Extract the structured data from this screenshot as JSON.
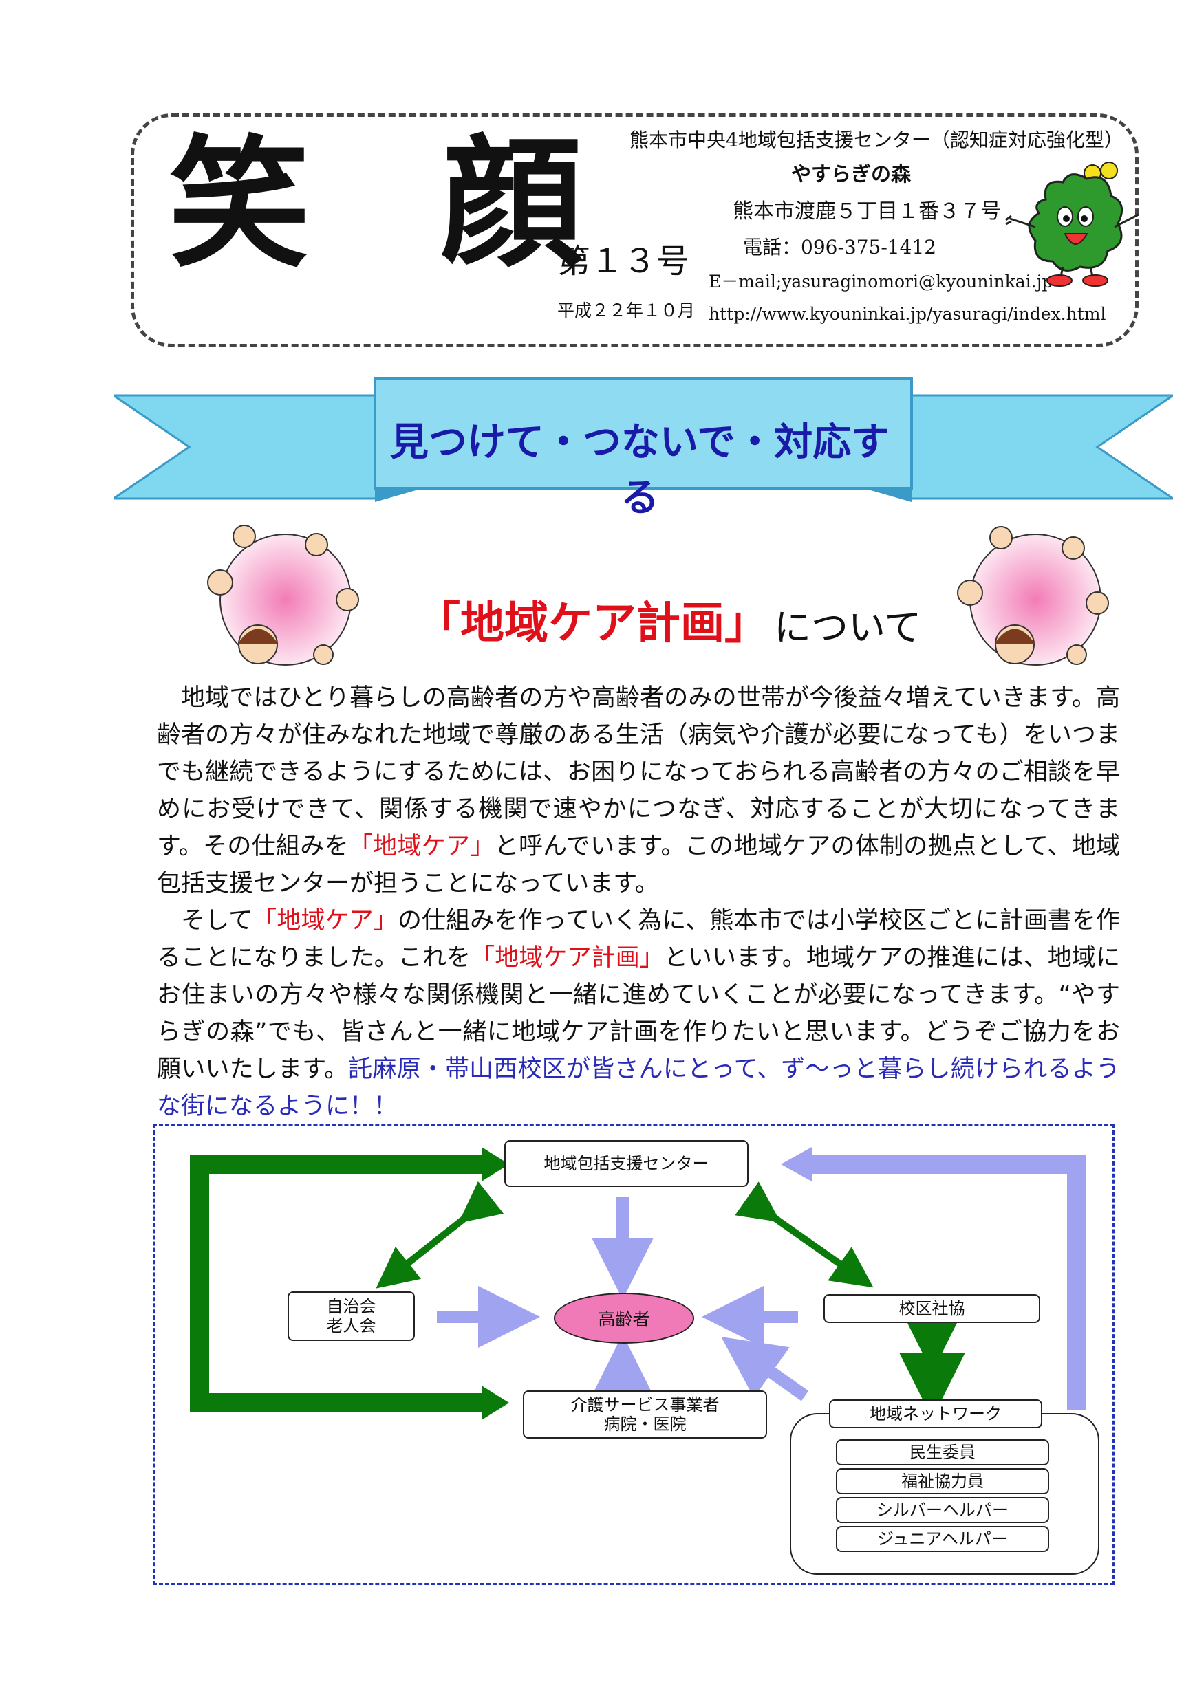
{
  "header": {
    "masthead": "笑 顔",
    "issue_number": "第１３号",
    "issue_date": "平成２２年１０月",
    "center_name": "熊本市中央4地域包括支援センター（認知症対応強化型）",
    "center_nickname": "やすらぎの森",
    "address": "熊本市渡鹿５丁目１番３７号",
    "phone": "電話：096-375-1412",
    "email": "E－mail;yasuraginomori@kyouninkai.jp",
    "url": "http://www.kyouninkai.jp/yasuragi/index.html"
  },
  "banner": {
    "text": "見つけて・つないで・対応する"
  },
  "section": {
    "title_main": "「地域ケア計画」",
    "title_suffix": "について"
  },
  "body": {
    "p1_a": "地域ではひとり暮らしの高齢者の方や高齢者のみの世帯が今後益々増えていきます。高齢者の方々が住みなれた地域で尊厳のある生活（病気や介護が必要になっても）をいつまでも継続できるようにするためには、お困りになっておられる高齢者の方々のご相談を早めにお受けできて、関係する機関で速やかにつなぎ、対応することが大切になってきます。その仕組みを",
    "p1_red": "「地域ケア」",
    "p1_b": "と呼んでいます。この地域ケアの体制の拠点として、地域包括支援センターが担うことになっています。",
    "p2_a": "そして",
    "p2_red1": "「地域ケア」",
    "p2_b": "の仕組みを作っていく為に、熊本市では小学校区ごとに計画書を作ることになりました。これを",
    "p2_red2": "「地域ケア計画」",
    "p2_c": "といいます。地域ケアの推進には、地域にお住まいの方々や様々な関係機関と一緒に進めていくことが必要になってきます。“やすらぎの森”でも、皆さんと一緒に地域ケア計画を作りたいと思います。どうぞご協力をお願いいたします。",
    "p2_blue": "託麻原・帯山西校区が皆さんにとって、ず～っと暮らし続けられるような街になるように！！"
  },
  "diagram": {
    "center_node": "地域包括支援センター",
    "elderly_node": "高齢者",
    "left_node": "自治会\n老人会",
    "right_node": "校区社協",
    "bottom_node": "介護サービス事業者\n病院・医院",
    "network_node": "地域ネットワーク",
    "network_members": [
      "民生委員",
      "福祉協力員",
      "シルバーヘルパー",
      "ジュニアヘルパー"
    ]
  },
  "colors": {
    "accent_red": "#e0101a",
    "banner_fill": "#7fd7f0",
    "arrow_green": "#0a7a0a",
    "arrow_lavender": "#a0a4f0",
    "elderly_pink": "#f07ab8"
  }
}
